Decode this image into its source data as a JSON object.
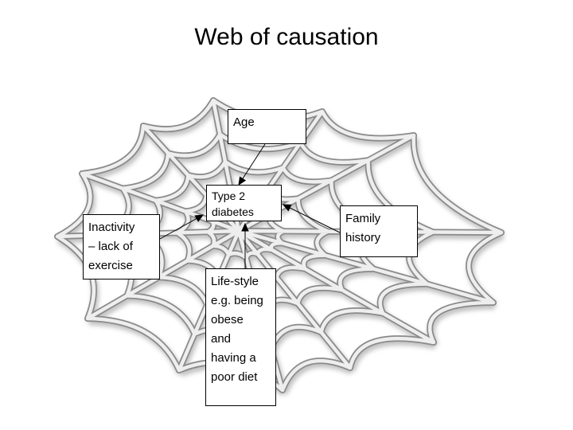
{
  "title": "Web of causation",
  "diagram": {
    "nodes": {
      "age": {
        "lines": [
          "Age"
        ]
      },
      "diabetes": {
        "lines": [
          "Type 2",
          "diabetes"
        ]
      },
      "family": {
        "lines": [
          "Family",
          "history"
        ]
      },
      "inactivity": {
        "lines": [
          "Inactivity",
          "– lack of",
          "exercise"
        ]
      },
      "lifestyle": {
        "lines": [
          "Life-style",
          "e.g. being",
          "obese",
          "and",
          "having a",
          "poor diet"
        ]
      }
    },
    "edges": [
      {
        "from": "age",
        "to": "diabetes"
      },
      {
        "from": "family",
        "to": "diabetes"
      },
      {
        "from": "inactivity",
        "to": "diabetes"
      },
      {
        "from": "lifestyle",
        "to": "diabetes"
      }
    ]
  }
}
